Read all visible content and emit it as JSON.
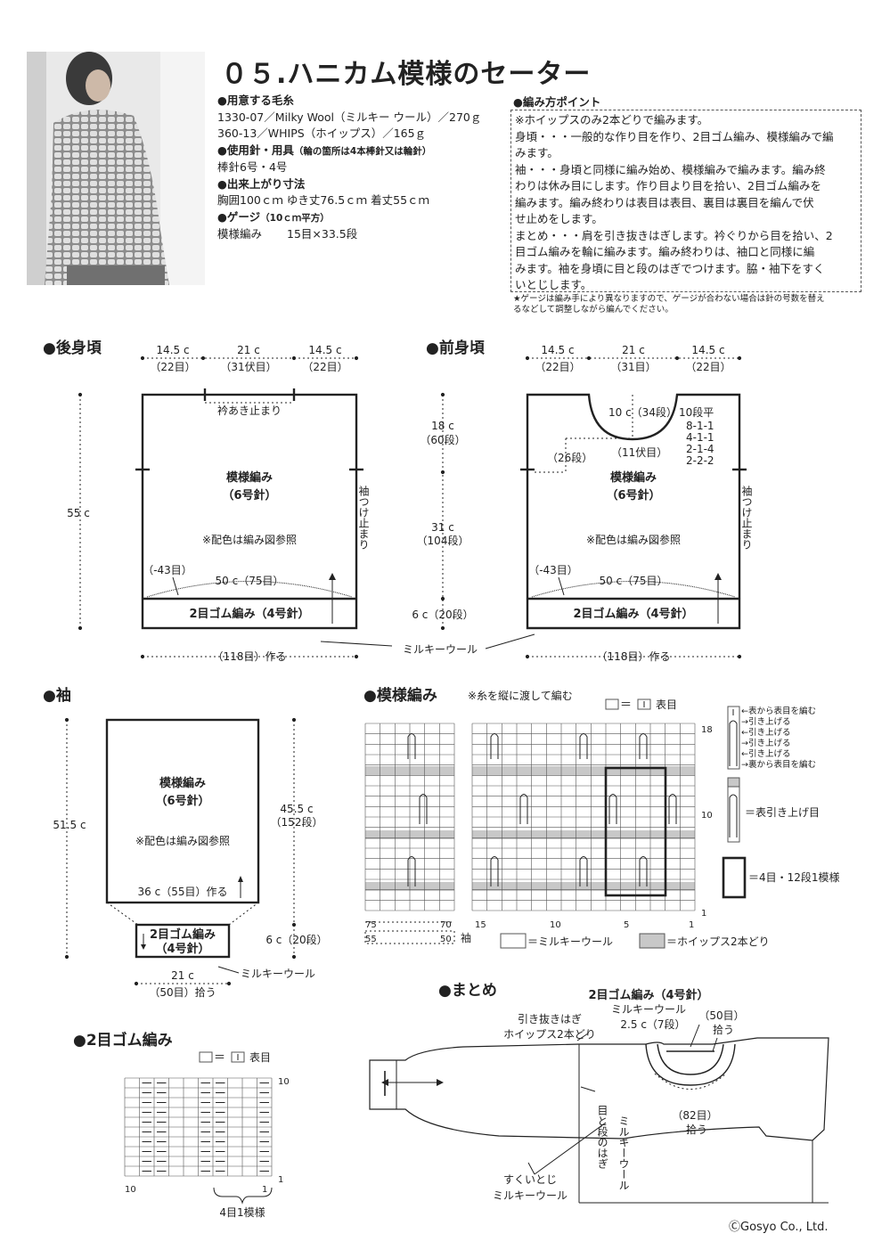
{
  "title": "０５.ハニカム模様のセーター",
  "materials": {
    "yarn_h": "●用意する毛糸",
    "yarn1": "1330-07／Milky Wool（ミルキー ウール）／270ｇ",
    "yarn2": "360-13／WHIPS（ホイップス）／165ｇ",
    "needle_h": "●使用針・用具",
    "needle_h_sub": "（輪の箇所は4本棒針又は輪針）",
    "needle": "棒針6号・4号",
    "size_h": "●出来上がり寸法",
    "size": "胸囲100ｃｍ ゆき丈76.5ｃｍ 着丈55ｃｍ",
    "gauge_h": "●ゲージ",
    "gauge_h_sub": "（10ｃｍ平方）",
    "gauge_label": "模様編み",
    "gauge": "15目×33.5段"
  },
  "points": {
    "heading": "●編み方ポイント",
    "l1": "※ホイップスのみ2本どりで編みます。",
    "l2": "身頃・・・一般的な作り目を作り、2目ゴム編み、模様編みで編",
    "l3": "みます。",
    "l4": "袖・・・身頃と同様に編み始め、模様編みで編みます。編み終",
    "l5": "わりは休み目にします。作り目より目を拾い、2目ゴム編みを",
    "l6": "編みます。編み終わりは表目は表目、裏目は裏目を編んで伏",
    "l7": "せ止めをします。",
    "l8": "まとめ・・・肩を引き抜きはぎします。衿ぐりから目を拾い、2",
    "l9": "目ゴム編みを輪に編みます。編み終わりは、袖口と同様に編",
    "l10": "みます。袖を身頃に目と段のはぎでつけます。脇・袖下をすく",
    "l11": "いとじします。",
    "note1": "★ゲージは編み手により異なりますので、ゲージが合わない場合は針の号数を替え",
    "note2": "るなどして調整しながら編んでください。"
  },
  "back": {
    "heading": "●後身頃",
    "w1": "14.5 c",
    "w2": "21 c",
    "w3": "14.5 c",
    "s1": "（22目）",
    "s2": "（31伏目）",
    "s3": "（22目）",
    "neck": "衿あき止まり",
    "pattern": "模様編み",
    "needle": "（6号針）",
    "color_note": "※配色は編み図参照",
    "height": "55 c",
    "dec": "（-43目）",
    "width": "50 c（75目）",
    "rib": "2目ゴム編み（4号針）",
    "sleeve_stop": "袖つけ止まり",
    "cast_on": "（118目）作る"
  },
  "front": {
    "heading": "●前身頃",
    "w1": "14.5 c",
    "w2": "21 c",
    "w3": "14.5 c",
    "s1": "（22目）",
    "s2": "（31目）",
    "s3": "（22目）",
    "neck_depth": "10 c（34段）",
    "dec1": "10段平",
    "dec2": "8-1-1",
    "dec3": "4-1-1",
    "dec4": "2-1-4",
    "dec5": "2-2-2",
    "rows26": "（26段）",
    "bind11": "（11伏目）",
    "pattern": "模様編み",
    "needle": "（6号針）",
    "color_note": "※配色は編み図参照",
    "dec": "（-43目）",
    "width": "50 c（75目）",
    "rib": "2目ゴム編み（4号針）",
    "sleeve_stop": "袖つけ止まり",
    "cast_on": "（118目）作る",
    "h18": "18 c",
    "r60": "（60段）",
    "h31": "31 c",
    "r104": "（104段）",
    "h6": "6 c（20段）",
    "milky": "ミルキーウール"
  },
  "sleeve": {
    "heading": "●袖",
    "pattern": "模様編み",
    "needle": "（6号針）",
    "color_note": "※配色は編み図参照",
    "cast_on": "36 c（55目）作る",
    "rib1": "2目ゴム編み",
    "rib2": "（4号針）",
    "height": "51.5 c",
    "h1": "45.5 c",
    "r1": "（152段）",
    "h2": "6 c（20段）",
    "w": "21 c",
    "pick": "（50目）拾う",
    "milky": "ミルキーウール"
  },
  "chart": {
    "heading": "●模様編み",
    "note": "※糸を縦に渡して編む",
    "legend_knit": "表目",
    "k1": "←表から表目を編む",
    "k2": "→引き上げる",
    "k3": "←引き上げる",
    "k4": "→引き上げる",
    "k5": "←引き上げる",
    "k6": "→裏から表目を編む",
    "slip": "＝表引き上げ目",
    "repeat": "＝4目・12段1模様",
    "r18": "18",
    "r10": "10",
    "r1": "1",
    "c75": "75",
    "c70": "70",
    "c55": "55",
    "c50": "50",
    "sode": "袖",
    "c15": "15",
    "c10": "10",
    "c5": "5",
    "c1": "1",
    "milky_legend": "＝ミルキーウール",
    "whips_legend": "＝ホイップス2本どり"
  },
  "rib_chart": {
    "heading": "●2目ゴム編み",
    "legend_knit": "表目",
    "r10": "10",
    "r1": "1",
    "c10": "10",
    "c1": "1",
    "repeat": "4目1模様"
  },
  "finishing": {
    "heading": "●まとめ",
    "rib": "2目ゴム編み（4号針）",
    "milky": "ミルキーウール",
    "shoulder1": "引き抜きはぎ",
    "shoulder2": "ホイップス2本どり",
    "rib_h": "2.5 c（7段）",
    "pick50": "（50目）",
    "pick50b": "拾う",
    "pick82": "（82目）",
    "pick82b": "拾う",
    "join": "目と段のはぎ",
    "milky_v": "ミルキーウール",
    "seam1": "すくいとじ",
    "seam2": "ミルキーウール"
  },
  "copyright": "ⒸGosyo Co., Ltd.",
  "colors": {
    "line": "#222222",
    "shade": "#c8c8c8",
    "grid": "#555555"
  }
}
